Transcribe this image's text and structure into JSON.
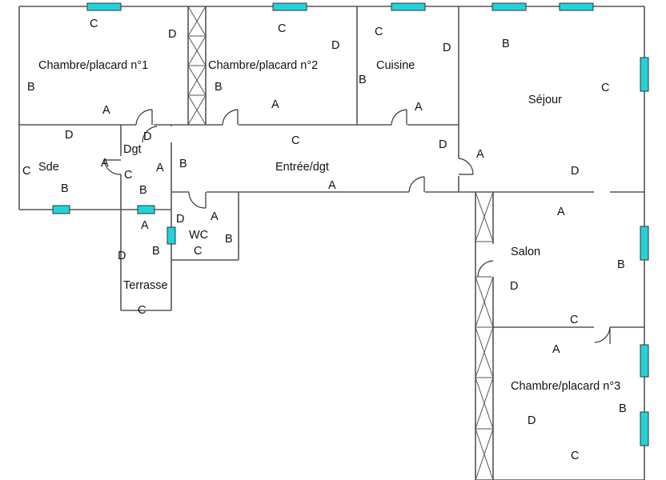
{
  "rooms": {
    "chambre1": "Chambre/placard n°1",
    "chambre2": "Chambre/placard n°2",
    "cuisine": "Cuisine",
    "sejour": "Séjour",
    "sde": "Sde",
    "dgt": "Dgt",
    "entree": "Entrée/dgt",
    "wc": "WC",
    "terrasse": "Terrasse",
    "salon": "Salon",
    "chambre3": "Chambre/placard n°3"
  },
  "wall_letters": [
    "A",
    "B",
    "C",
    "D"
  ],
  "colors": {
    "window": "#22d3d9",
    "wall": "#555555",
    "background": "#ffffff"
  }
}
